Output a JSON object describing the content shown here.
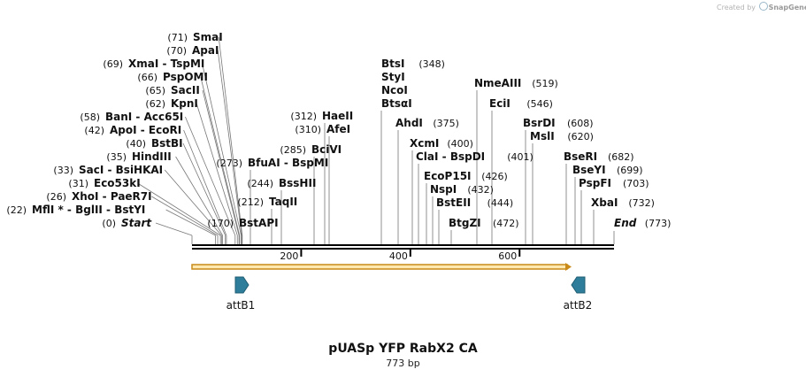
{
  "credit": {
    "prefix": "Created by",
    "brand": "SnapGene"
  },
  "map": {
    "name": "pUASp YFP RabX2 CA",
    "length_label": "773 bp",
    "length": 773,
    "ruler_ticks": [
      "200",
      "400",
      "600"
    ],
    "ruler_values": [
      200,
      400,
      600
    ],
    "colors": {
      "feature": "#2e7d9a",
      "ori_fill": "#ffe9b0",
      "ori_stroke": "#c98a1a",
      "line": "#000000"
    }
  },
  "features": [
    {
      "name": "attB1",
      "pos": 80,
      "direction": "right"
    },
    {
      "name": "attB2",
      "pos": 720,
      "direction": "left"
    }
  ],
  "sites": [
    {
      "num": "(0)",
      "name": "Start",
      "pos": 0,
      "italic": true
    },
    {
      "num": "(22)",
      "name": "MflI * - BglII - BstYI",
      "pos": 22
    },
    {
      "num": "(26)",
      "name": "XhoI - PaeR7I",
      "pos": 26
    },
    {
      "num": "(31)",
      "name": "Eco53kI",
      "pos": 31
    },
    {
      "num": "(33)",
      "name": "SacI - BsiHKAI",
      "pos": 33
    },
    {
      "num": "(35)",
      "name": "HindIII",
      "pos": 35
    },
    {
      "num": "(40)",
      "name": "BstBI",
      "pos": 40
    },
    {
      "num": "(42)",
      "name": "ApoI - EcoRI",
      "pos": 42
    },
    {
      "num": "(58)",
      "name": "BanI - Acc65I",
      "pos": 58
    },
    {
      "num": "(62)",
      "name": "KpnI",
      "pos": 62
    },
    {
      "num": "(65)",
      "name": "SacII",
      "pos": 65
    },
    {
      "num": "(66)",
      "name": "PspOMI",
      "pos": 66
    },
    {
      "num": "(69)",
      "name": "XmaI - TspMI",
      "pos": 69
    },
    {
      "num": "(70)",
      "name": "ApaI",
      "pos": 70
    },
    {
      "num": "(71)",
      "name": "SmaI",
      "pos": 71
    },
    {
      "num": "(170)",
      "name": "BstAPI",
      "pos": 170
    },
    {
      "num": "(212)",
      "name": "TaqII",
      "pos": 212
    },
    {
      "num": "(244)",
      "name": "BssHII",
      "pos": 244
    },
    {
      "num": "(273)",
      "name": "BfuAI - BspMI",
      "pos": 273
    },
    {
      "num": "(285)",
      "name": "BciVI",
      "pos": 285
    },
    {
      "num": "(310)",
      "name": "AfeI",
      "pos": 310
    },
    {
      "num": "(312)",
      "name": "HaeII",
      "pos": 312
    },
    {
      "num": "(348)",
      "name": "BtsI",
      "pos": 348
    },
    {
      "num": "",
      "name": "StyI",
      "pos": 348
    },
    {
      "num": "",
      "name": "NcoI",
      "pos": 348
    },
    {
      "num": "",
      "name": "BtsαI",
      "pos": 348
    },
    {
      "num": "(375)",
      "name": "AhdI",
      "pos": 375
    },
    {
      "num": "(400)",
      "name": "XcmI",
      "pos": 400
    },
    {
      "num": "(401)",
      "name": "ClaI - BspDI",
      "pos": 401
    },
    {
      "num": "(426)",
      "name": "EcoP15I",
      "pos": 426
    },
    {
      "num": "(432)",
      "name": "NspI",
      "pos": 432
    },
    {
      "num": "(444)",
      "name": "BstEII",
      "pos": 444
    },
    {
      "num": "(472)",
      "name": "BtgZI",
      "pos": 472
    },
    {
      "num": "(519)",
      "name": "NmeAIII",
      "pos": 519
    },
    {
      "num": "(546)",
      "name": "EciI",
      "pos": 546
    },
    {
      "num": "(608)",
      "name": "BsrDI",
      "pos": 608
    },
    {
      "num": "(620)",
      "name": "MslI",
      "pos": 620
    },
    {
      "num": "(682)",
      "name": "BseRI",
      "pos": 682
    },
    {
      "num": "(699)",
      "name": "BseYI",
      "pos": 699
    },
    {
      "num": "(703)",
      "name": "PspFI",
      "pos": 703
    },
    {
      "num": "(732)",
      "name": "XbaI",
      "pos": 732
    },
    {
      "num": "(773)",
      "name": "End",
      "pos": 773,
      "italic": true
    }
  ]
}
